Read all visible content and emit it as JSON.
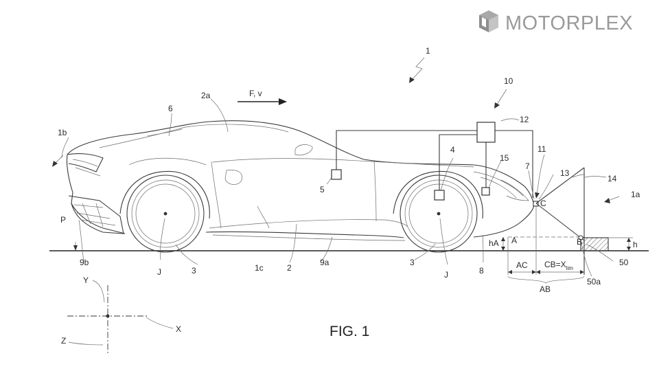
{
  "brand": {
    "name": "MOTORPLEX",
    "color": "#9a9a9a"
  },
  "figure": {
    "caption": "FIG. 1"
  },
  "labels": {
    "n1": "1",
    "n1a": "1a",
    "n1b": "1b",
    "n1c": "1c",
    "n2": "2",
    "n2a": "2a",
    "n3a": "3",
    "n3b": "3",
    "n4": "4",
    "n5": "5",
    "n6": "6",
    "n7": "7",
    "n8": "8",
    "n9a": "9a",
    "n9b": "9b",
    "n10": "10",
    "n11": "11",
    "n12": "12",
    "n13": "13",
    "n14": "14",
    "n15": "15",
    "n50": "50",
    "n50a": "50a",
    "P": "P",
    "Ja": "J",
    "Jb": "J",
    "A": "A",
    "B": "B",
    "C": "C",
    "hA": "hA",
    "h": "h",
    "AC": "AC",
    "AB": "AB",
    "CB": "CB=X",
    "lim": "lim",
    "Fv": "F, v",
    "X": "X",
    "Y": "Y",
    "Z": "Z"
  }
}
